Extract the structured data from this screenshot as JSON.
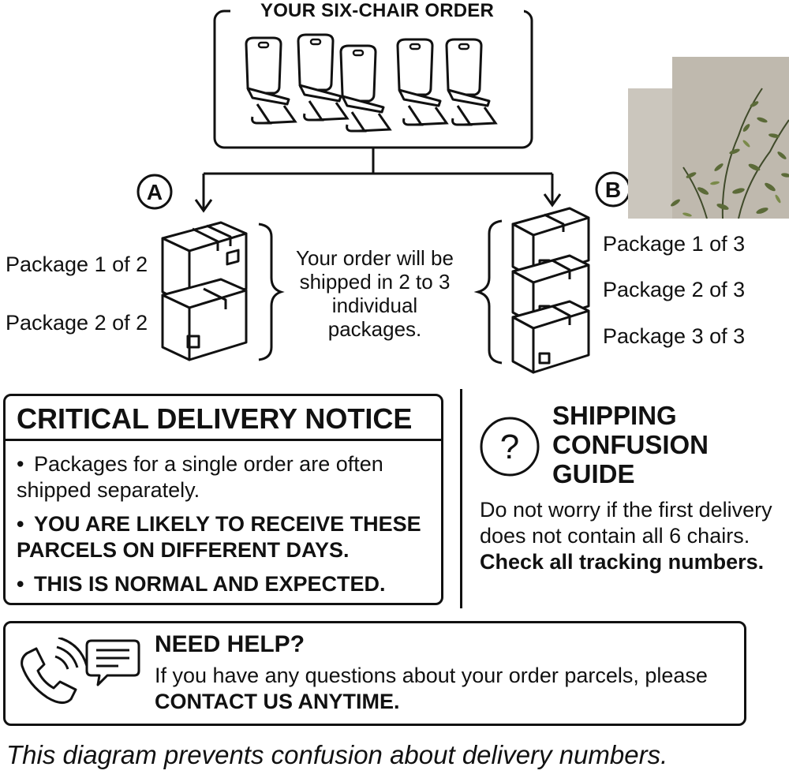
{
  "order": {
    "title": "YOUR SIX-CHAIR ORDER"
  },
  "option_a": {
    "letter": "A",
    "packages": [
      "Package 1 of 2",
      "Package 2 of 2"
    ]
  },
  "option_b": {
    "letter": "B",
    "packages": [
      "Package 1 of 3",
      "Package 2 of 3",
      "Package 3 of 3"
    ]
  },
  "middle_text": "Your order will be shipped in 2 to 3 individual packages.",
  "notice": {
    "title": "CRITICAL DELIVERY NOTICE",
    "bullets": [
      "Packages for a single order are often shipped separately.",
      "YOU ARE LIKELY TO RECEIVE THESE PARCELS ON DIFFERENT DAYS.",
      "THIS IS NORMAL AND EXPECTED."
    ]
  },
  "guide": {
    "title": "SHIPPING CONFUSION GUIDE",
    "text": "Do not worry if the first delivery does not contain all 6 chairs.",
    "text_bold": "Check all tracking numbers."
  },
  "help": {
    "title": "NEED HELP?",
    "text": "If you have any questions about your order parcels, please",
    "text_bold": "CONTACT US ANYTIME."
  },
  "footer": "This diagram prevents confusion about delivery numbers.",
  "icons": {
    "question": "question-mark-icon",
    "phone": "phone-icon",
    "chat": "chat-icon",
    "chair": "chair-icon",
    "box": "box-icon"
  }
}
